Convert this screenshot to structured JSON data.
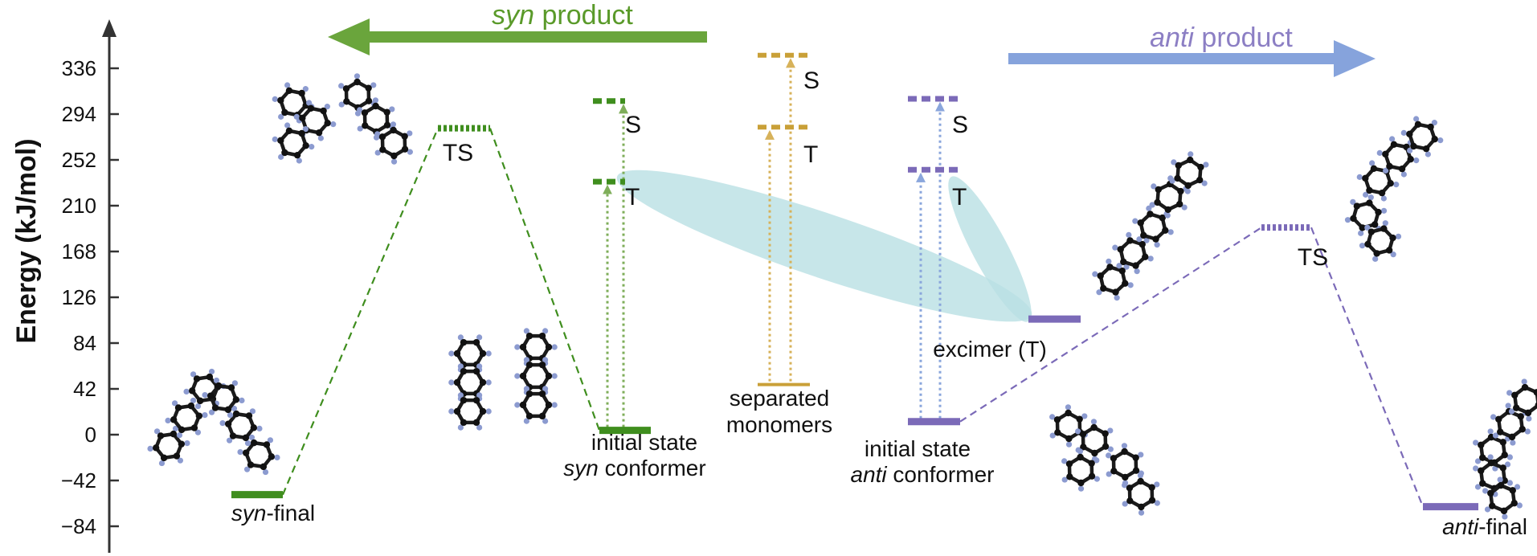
{
  "chart_data": {
    "type": "energy-level-diagram",
    "ylabel": "Energy (kJ/mol)",
    "ylim": [
      -105,
      370
    ],
    "y_ticks": [
      -84,
      -42,
      0,
      42,
      84,
      126,
      168,
      210,
      252,
      294,
      336
    ],
    "y_tick_labels": [
      "−84",
      "−42",
      "0",
      "42",
      "84",
      "126",
      "168",
      "210",
      "252",
      "294",
      "336"
    ],
    "headers": {
      "syn": {
        "italic": "syn",
        "rest": " product",
        "color": "#5a9a2a"
      },
      "anti": {
        "italic": "anti",
        "rest": " product",
        "color": "#8c7fc4"
      }
    },
    "levels": [
      {
        "id": "syn-final",
        "energy": -55,
        "label_italic": "syn",
        "label_rest": "-final",
        "color": "#3f8e1e"
      },
      {
        "id": "syn-ts",
        "energy": 281,
        "label": "TS",
        "color": "#3f8e1e"
      },
      {
        "id": "syn-initial",
        "energy": 4,
        "label_line1": "initial state",
        "label_italic": "syn",
        "label_rest": " conformer",
        "color": "#3f8e1e"
      },
      {
        "id": "syn-T",
        "energy": 232,
        "label": "T",
        "color": "#3f8e1e"
      },
      {
        "id": "syn-S",
        "energy": 306,
        "label": "S",
        "color": "#3f8e1e"
      },
      {
        "id": "separated",
        "energy": 46,
        "label_line1": "separated",
        "label_line2": "monomers",
        "color": "#c9a038"
      },
      {
        "id": "sep-T",
        "energy": 282,
        "label": "T",
        "color": "#c9a038"
      },
      {
        "id": "sep-S",
        "energy": 348,
        "label": "S",
        "color": "#c9a038"
      },
      {
        "id": "anti-initial",
        "energy": 12,
        "label_line1": "initial state",
        "label_italic": "anti",
        "label_rest": " conformer",
        "color": "#7b6ab8"
      },
      {
        "id": "anti-T",
        "energy": 243,
        "label": "T",
        "color": "#7b6ab8"
      },
      {
        "id": "anti-S",
        "energy": 308,
        "label": "S",
        "color": "#7b6ab8"
      },
      {
        "id": "excimer",
        "energy": 106,
        "label": "excimer (T)",
        "color": "#7b6ab8"
      },
      {
        "id": "anti-ts",
        "energy": 190,
        "label": "TS",
        "color": "#7b6ab8"
      },
      {
        "id": "anti-final",
        "energy": -66,
        "label_italic": "anti",
        "label_rest": "-final",
        "color": "#7b6ab8"
      }
    ],
    "connections": [
      {
        "from": "syn-final",
        "to": "syn-ts",
        "color": "#3f8e1e"
      },
      {
        "from": "syn-ts",
        "to": "syn-initial",
        "color": "#3f8e1e"
      },
      {
        "from": "anti-initial",
        "to": "anti-ts",
        "color": "#7b6ab8"
      },
      {
        "from": "anti-ts",
        "to": "anti-final",
        "color": "#7b6ab8"
      }
    ],
    "excitations": [
      {
        "from": "syn-initial",
        "to": "syn-T"
      },
      {
        "from": "syn-initial",
        "to": "syn-S"
      },
      {
        "from": "separated",
        "to": "sep-T"
      },
      {
        "from": "separated",
        "to": "sep-S"
      },
      {
        "from": "anti-initial",
        "to": "anti-T"
      },
      {
        "from": "anti-initial",
        "to": "anti-S"
      }
    ],
    "correlations": [
      {
        "from": "syn-T",
        "to": "excimer"
      },
      {
        "from": "anti-T",
        "to": "excimer"
      }
    ],
    "molecule_insets": [
      "syn-ts-structure",
      "syn-final-structure",
      "syn-initial-structure",
      "excimer-structure",
      "anti-initial-structure",
      "anti-ts-structure",
      "anti-final-structure"
    ]
  }
}
